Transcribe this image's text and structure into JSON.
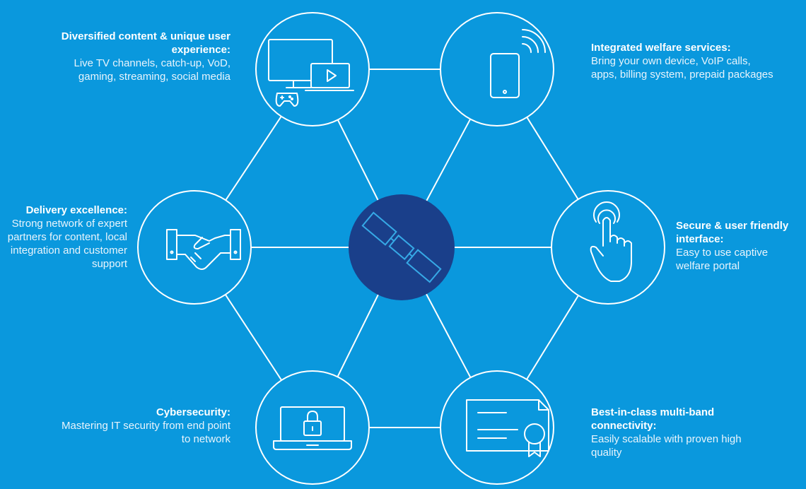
{
  "colors": {
    "background": "#0a98dd",
    "line": "#ffffff",
    "hub_fill": "#1a3f8a",
    "hub_icon": "#36a9e6"
  },
  "hub": {
    "icon": "satellite-icon"
  },
  "nodes": [
    {
      "id": "content",
      "icon": "tv-devices-icon",
      "title": "Diversified content & unique user experience:",
      "body": "Live TV channels, catch-up, VoD, gaming, streaming, social media"
    },
    {
      "id": "welfare",
      "icon": "smartphone-wifi-icon",
      "title": "Integrated welfare services:",
      "body": "Bring your own device, VoIP calls, apps, billing system, prepaid packages"
    },
    {
      "id": "delivery",
      "icon": "handshake-icon",
      "title": "Delivery excellence:",
      "body": "Strong network of expert partners for content, local integration and customer support"
    },
    {
      "id": "interface",
      "icon": "touch-hand-icon",
      "title": "Secure & user friendly interface:",
      "body": "Easy to use captive welfare portal"
    },
    {
      "id": "security",
      "icon": "laptop-lock-icon",
      "title": "Cybersecurity:",
      "body": "Mastering IT security from end point to network"
    },
    {
      "id": "connectivity",
      "icon": "certificate-icon",
      "title": "Best-in-class multi-band connectivity:",
      "body": "Easily scalable with proven high quality"
    }
  ]
}
